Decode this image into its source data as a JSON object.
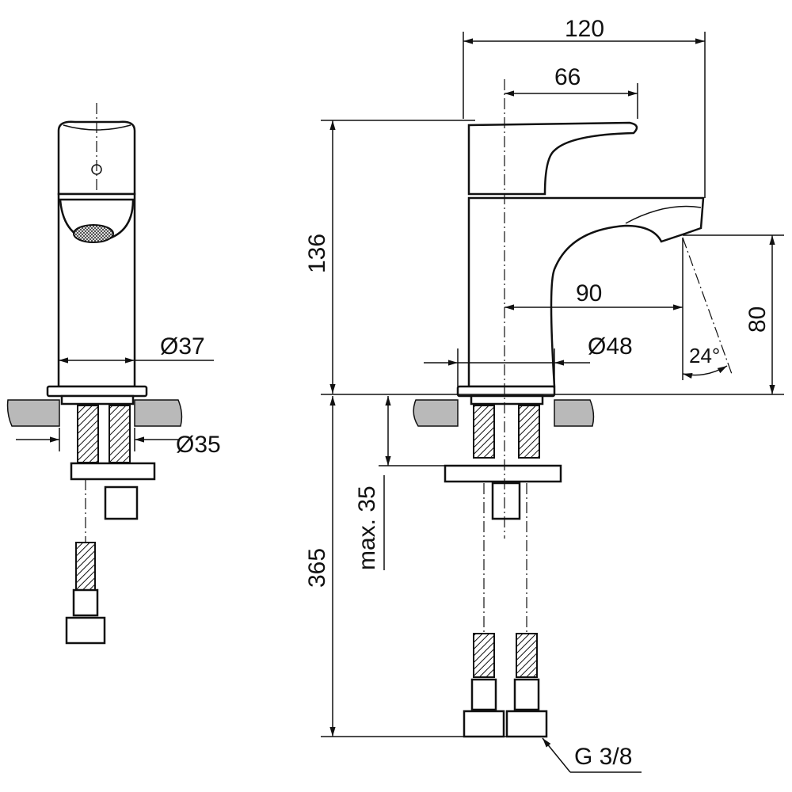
{
  "drawing": {
    "dimensions": {
      "width_total": "120",
      "handle_offset": "66",
      "height_above_counter": "136",
      "spout_reach": "90",
      "base_diameter": "Ø48",
      "spout_height": "80",
      "flow_angle": "24°",
      "body_diameter": "Ø37",
      "hole_diameter": "Ø35",
      "max_counter_thickness": "max. 35",
      "hose_length": "365",
      "connection_thread": "G 3/8"
    }
  }
}
